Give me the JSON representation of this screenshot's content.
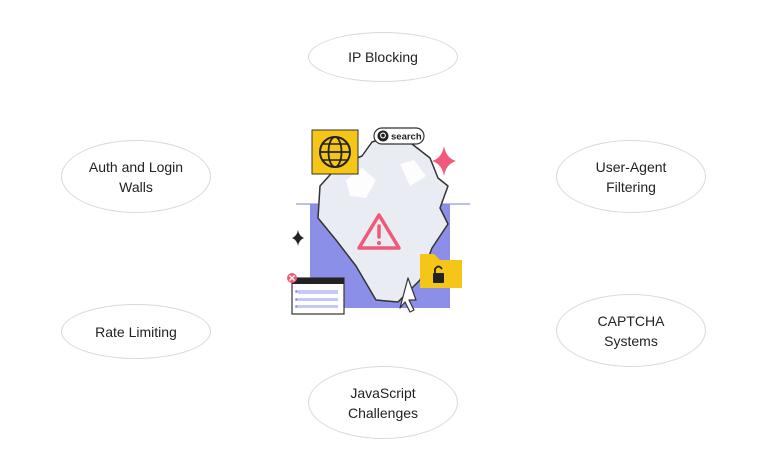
{
  "bubbles": {
    "ip_blocking": [
      "IP Blocking"
    ],
    "auth_walls": [
      "Auth and Login",
      "Walls"
    ],
    "ua_filtering": [
      "User-Agent",
      "Filtering"
    ],
    "rate_limiting": [
      "Rate Limiting"
    ],
    "captcha": [
      "CAPTCHA",
      "Systems"
    ],
    "js_challenges": [
      "JavaScript",
      "Challenges"
    ]
  },
  "illustration": {
    "search_label": "search",
    "icons": [
      "globe-icon",
      "search-icon",
      "sparkle-icon",
      "warning-icon",
      "lock-icon",
      "cursor-icon",
      "browser-window-icon"
    ],
    "colors": {
      "accent_yellow": "#f5c518",
      "accent_purple": "#8c8fe8",
      "alert_pink": "#ee5a78",
      "ice_fill": "#e9ecf2",
      "outline": "#333333"
    }
  }
}
